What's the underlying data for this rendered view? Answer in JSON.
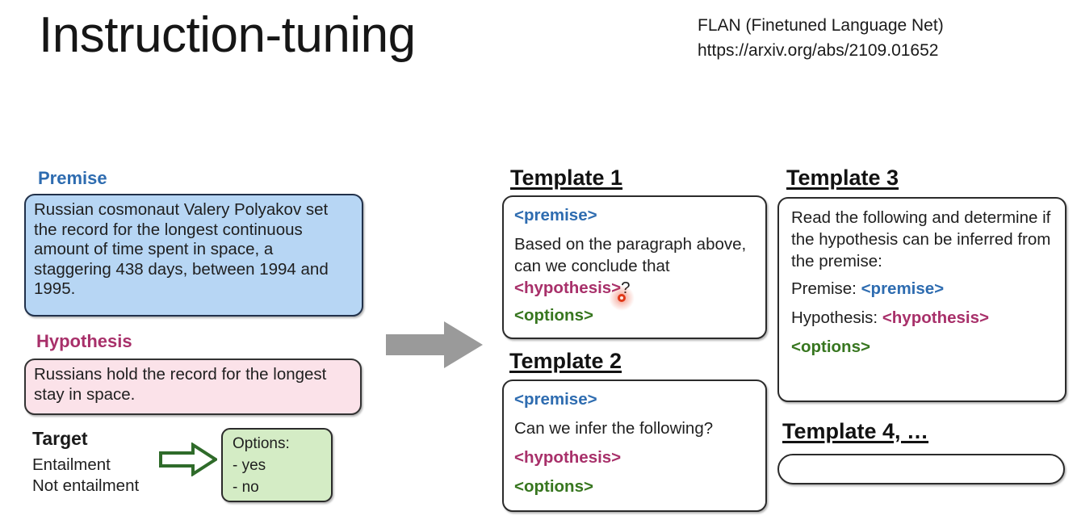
{
  "slide": {
    "title": "Instruction-tuning",
    "reference_name": "FLAN (Finetuned Language Net)",
    "reference_url": "https://arxiv.org/abs/2109.01652"
  },
  "colors": {
    "premise_accent": "#2e6cb0",
    "hypothesis_accent": "#a8306a",
    "options_accent": "#37761f",
    "premise_box_fill": "#b7d6f4",
    "hypothesis_box_fill": "#fbe2e9",
    "options_box_fill": "#d4ecc5",
    "arrow_gray": "#9a9a9a",
    "arrow_green": "#2f6b2a",
    "click_marker": "#e03818"
  },
  "example": {
    "premise_label": "Premise",
    "premise_text": "Russian cosmonaut Valery Polyakov set the record for the longest continuous amount of time spent in space, a staggering 438 days, between 1994 and 1995.",
    "hypothesis_label": "Hypothesis",
    "hypothesis_text": "Russians hold the record for the longest stay in space.",
    "target_label": "Target",
    "target_values": [
      "Entailment",
      "Not entailment"
    ],
    "options_title": "Options:",
    "options_items": [
      "-  yes",
      "-  no"
    ]
  },
  "icons": {
    "flow_arrow": "right-arrow-icon",
    "target_arrow": "right-arrow-outline-icon",
    "click_marker": "click-marker-icon"
  },
  "templates": [
    {
      "heading": "Template 1",
      "lines": [
        {
          "kind": "placeholder",
          "text": "<premise>",
          "accent": "premise"
        },
        {
          "kind": "mixed",
          "text": "Based on the paragraph above, can we conclude that ",
          "placeholder": "<hypothesis>",
          "accent": "hypothesis",
          "suffix": "?"
        },
        {
          "kind": "placeholder",
          "text": "<options>",
          "accent": "options"
        }
      ]
    },
    {
      "heading": "Template 2",
      "lines": [
        {
          "kind": "placeholder",
          "text": "<premise>",
          "accent": "premise"
        },
        {
          "kind": "plain",
          "text": "Can we infer the following?"
        },
        {
          "kind": "placeholder",
          "text": "<hypothesis>",
          "accent": "hypothesis"
        },
        {
          "kind": "placeholder",
          "text": "<options>",
          "accent": "options"
        }
      ]
    },
    {
      "heading": "Template 3",
      "lines": [
        {
          "kind": "plain",
          "text": "Read the following and determine if the hypothesis can be inferred from the premise:"
        },
        {
          "kind": "labeled",
          "label": "Premise: ",
          "placeholder": "<premise>",
          "accent": "premise"
        },
        {
          "kind": "labeled",
          "label": "Hypothesis: ",
          "placeholder": "<hypothesis>",
          "accent": "hypothesis"
        },
        {
          "kind": "placeholder",
          "text": "<options>",
          "accent": "options"
        }
      ]
    },
    {
      "heading": "Template 4, …",
      "lines": []
    }
  ]
}
